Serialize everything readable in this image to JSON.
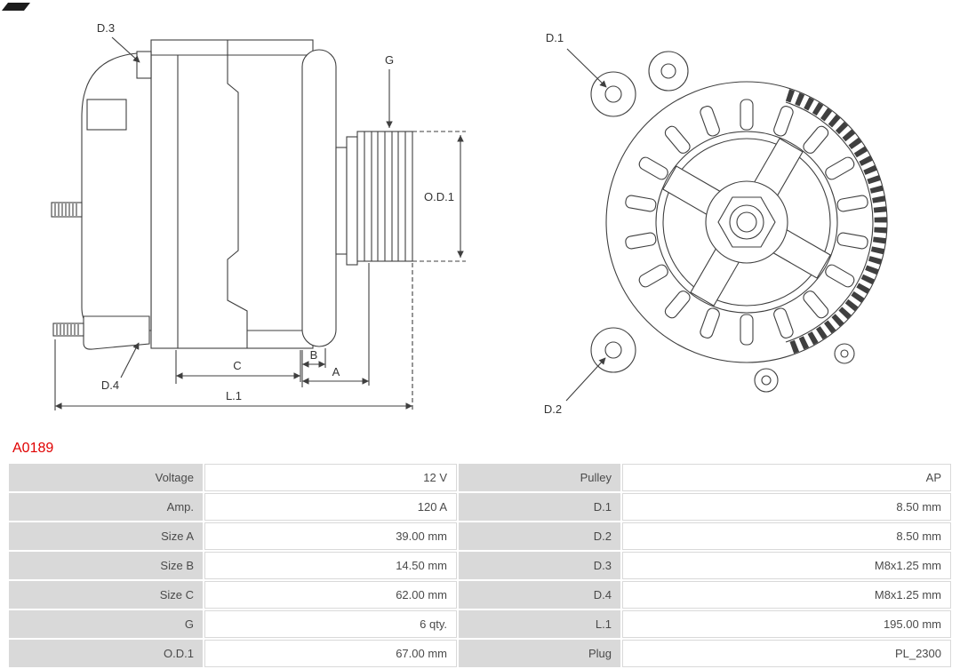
{
  "part_number": "A0189",
  "colors": {
    "part_number_red": "#e00000",
    "table_label_bg": "#d9d9d9",
    "table_text": "#4a4a4a",
    "drawing_line": "#3f3f3f"
  },
  "drawing": {
    "side_view": {
      "labels": {
        "d3": "D.3",
        "d4": "D.4",
        "g": "G",
        "od1": "O.D.1",
        "a": "A",
        "b": "B",
        "c": "C",
        "l1": "L.1"
      }
    },
    "rear_view": {
      "labels": {
        "d1": "D.1",
        "d2": "D.2"
      }
    }
  },
  "table": {
    "rows": [
      {
        "label1": "Voltage",
        "value1": "12 V",
        "label2": "Pulley",
        "value2": "AP"
      },
      {
        "label1": "Amp.",
        "value1": "120 A",
        "label2": "D.1",
        "value2": "8.50 mm"
      },
      {
        "label1": "Size A",
        "value1": "39.00 mm",
        "label2": "D.2",
        "value2": "8.50 mm"
      },
      {
        "label1": "Size B",
        "value1": "14.50 mm",
        "label2": "D.3",
        "value2": "M8x1.25 mm"
      },
      {
        "label1": "Size C",
        "value1": "62.00 mm",
        "label2": "D.4",
        "value2": "M8x1.25 mm"
      },
      {
        "label1": "G",
        "value1": "6 qty.",
        "label2": "L.1",
        "value2": "195.00 mm"
      },
      {
        "label1": "O.D.1",
        "value1": "67.00 mm",
        "label2": "Plug",
        "value2": "PL_2300"
      }
    ]
  }
}
